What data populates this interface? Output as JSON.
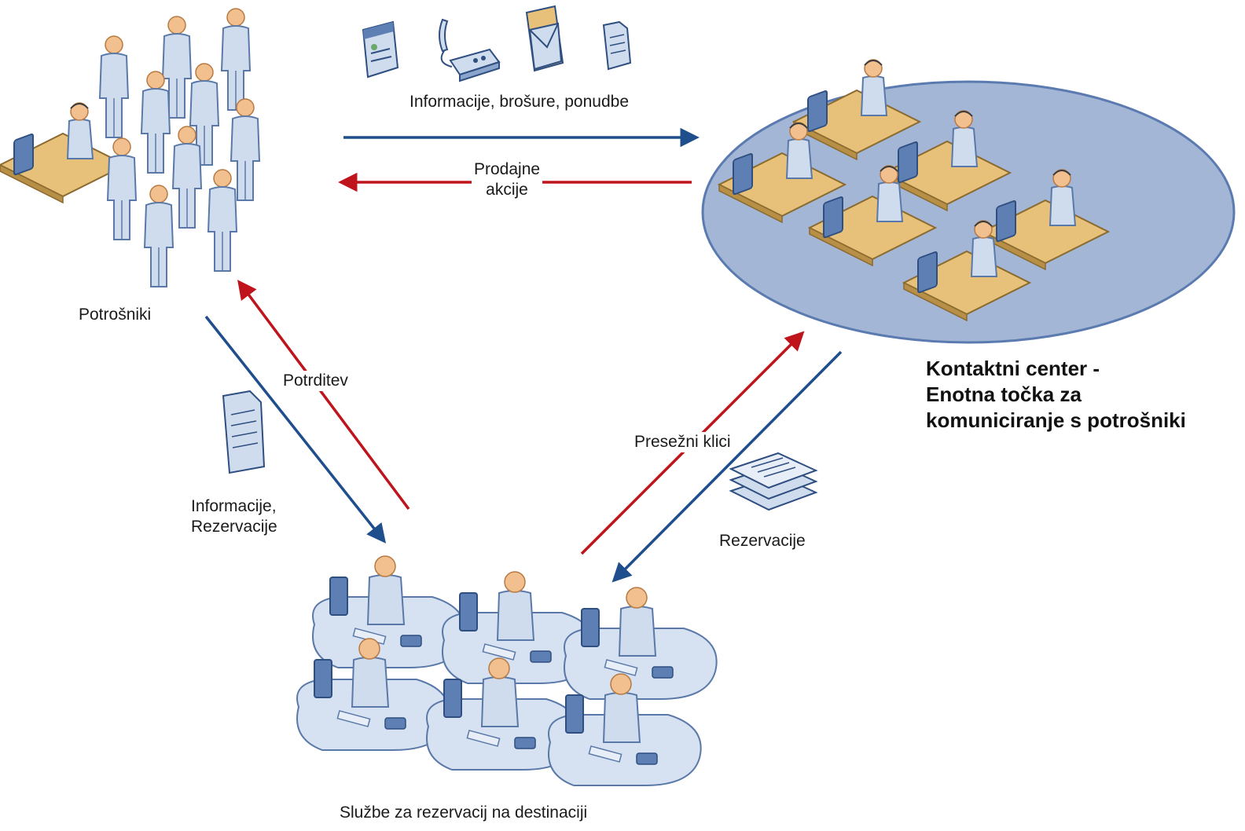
{
  "labels": {
    "info_brochures": "Informacije, brošure, ponudbe",
    "sales_actions_1": "Prodajne",
    "sales_actions_2": "akcije",
    "consumers": "Potrošniki",
    "confirmation": "Potrditev",
    "info_res_1": "Informacije,",
    "info_res_2": "Rezervacije",
    "overflow_calls": "Presežni klici",
    "reservations": "Rezervacije",
    "contact_center_1": "Kontaktni center -",
    "contact_center_2": "Enotna točka za",
    "contact_center_3": "komuniciranje s potrošniki",
    "destination_services": "Službe za rezervacij na destinaciji"
  },
  "colors": {
    "blue_arrow": "#1f4e8c",
    "red_arrow": "#c0141c",
    "ellipse_fill": "#a3b6d6",
    "ellipse_stroke": "#5b7bb0",
    "person_fill": "#cfdcee",
    "person_stroke": "#5a79a8",
    "head_fill": "#f2c08e",
    "desk_fill": "#e7c07a",
    "pod_fill": "#d6e2f2"
  },
  "icons": [
    "certificate-icon",
    "telephone-icon",
    "envelope-icon",
    "document-icon",
    "document-icon",
    "document-stack-icon"
  ]
}
